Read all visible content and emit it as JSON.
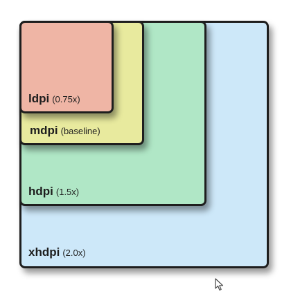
{
  "densities": [
    {
      "name": "xhdpi",
      "multiplier": "(2.0x)",
      "color": "#cde8f9"
    },
    {
      "name": "hdpi",
      "multiplier": "(1.5x)",
      "color": "#b0e7c6"
    },
    {
      "name": "mdpi",
      "multiplier": "(baseline)",
      "color": "#e8ea9e"
    },
    {
      "name": "ldpi",
      "multiplier": "(0.75x)",
      "color": "#efb5a5"
    }
  ],
  "icons": {
    "cursor": "mouse-pointer-icon"
  }
}
